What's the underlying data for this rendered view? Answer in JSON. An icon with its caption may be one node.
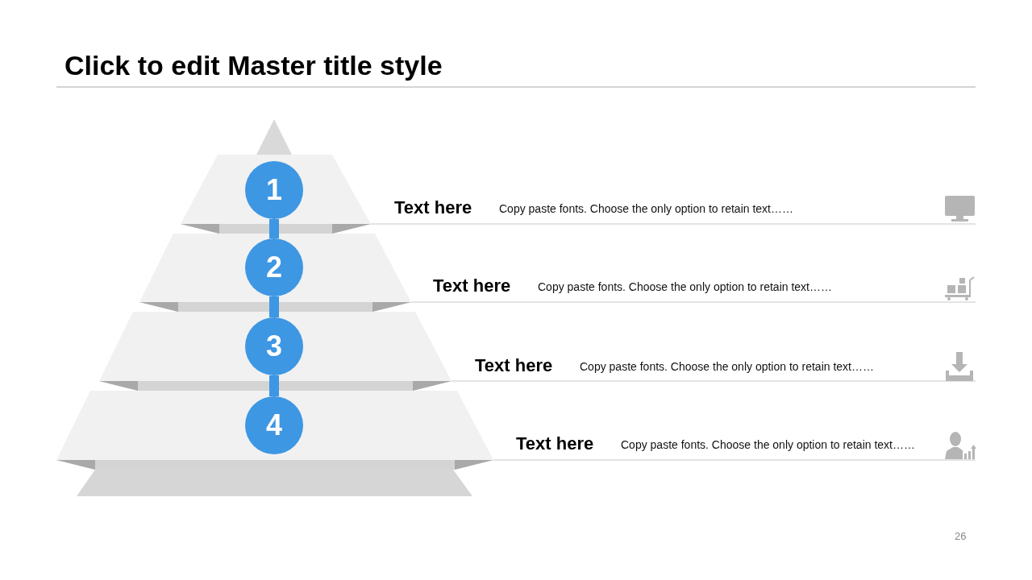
{
  "diagram": {
    "title": "Click to edit Master title style",
    "nodes": [
      {
        "text": [
          "1"
        ]
      },
      {
        "text": [
          "2"
        ]
      },
      {
        "text": [
          "3"
        ]
      },
      {
        "text": [
          "4"
        ]
      }
    ],
    "edges": [
      {
        "from": 0,
        "to": 1,
        "arrow": "none"
      },
      {
        "from": 1,
        "to": 2,
        "arrow": "none"
      },
      {
        "from": 2,
        "to": 3,
        "arrow": "none"
      }
    ],
    "labels": [
      "Text here",
      "Copy paste fonts. Choose the only option to retain text……",
      "Text here",
      "Copy paste fonts. Choose the only option to retain text……",
      "Text here",
      "Copy paste fonts. Choose the only option to retain text……",
      "Text here",
      "Copy paste fonts. Choose the only option to retain text……",
      "26"
    ]
  }
}
